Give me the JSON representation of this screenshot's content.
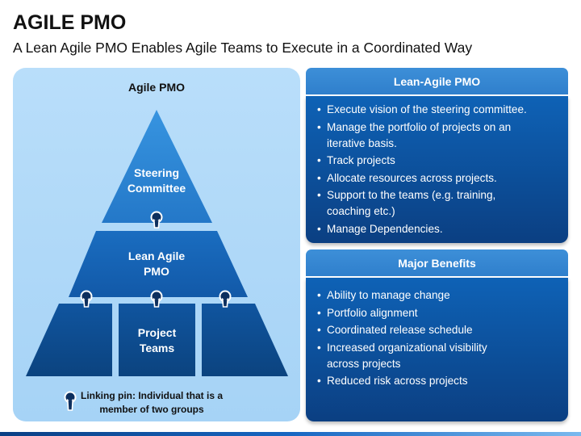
{
  "header": {
    "title": "AGILE PMO",
    "subtitle": "A Lean Agile PMO Enables Agile Teams to Execute in a Coordinated Way"
  },
  "diagram": {
    "title": "Agile PMO",
    "tiers": {
      "top": [
        "Steering",
        "Committee"
      ],
      "middle": [
        "Lean Agile",
        "PMO"
      ],
      "bottom": [
        "Project",
        "Teams"
      ]
    },
    "legend": [
      "Linking pin: Individual that is a",
      "member of two groups"
    ],
    "icons": {
      "pin": "keyhole-pin-icon"
    },
    "colors": {
      "top": "#2d86d4",
      "middle": "#1663b5",
      "bottom": "#0d4a94",
      "background": "#b3dbf8"
    }
  },
  "panels": [
    {
      "title": "Lean-Agile PMO",
      "items": [
        "Execute vision of the steering committee.",
        [
          "Manage the portfolio of projects on an",
          "iterative basis."
        ],
        "Track projects",
        "Allocate resources across projects.",
        [
          "Support to the teams (e.g. training,",
          "coaching etc.)"
        ],
        "Manage Dependencies."
      ]
    },
    {
      "title": "Major Benefits",
      "items": [
        "Ability to manage change",
        "Portfolio alignment",
        "Coordinated release schedule",
        [
          "Increased organizational visibility",
          "across projects"
        ],
        "Reduced risk across projects"
      ]
    }
  ]
}
